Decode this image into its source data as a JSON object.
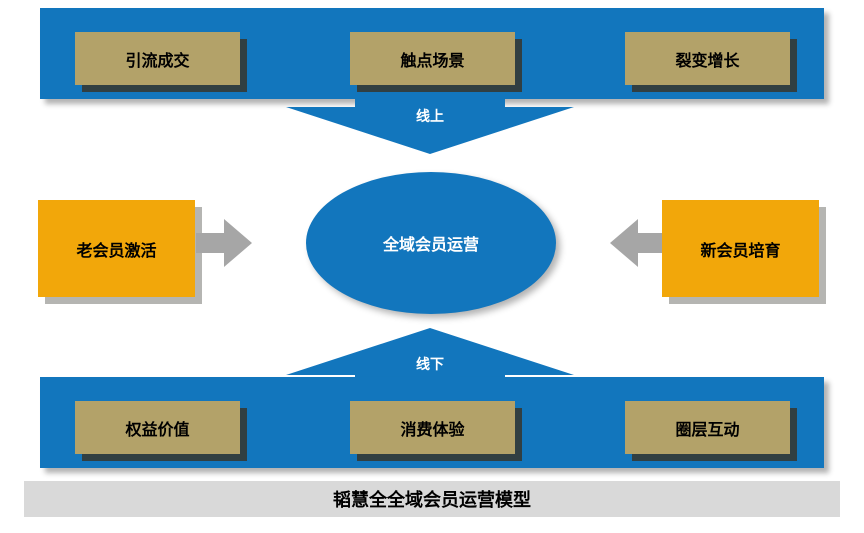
{
  "colors": {
    "blue": "#1276BD",
    "khaki": "#B3A269",
    "khaki_shadow": "#37362D",
    "orange": "#F2A70A",
    "gray_arrow": "#A6A6A6",
    "footer_bg": "#D9D9D9",
    "box_text": "#000000",
    "light_text": "#FFFFFF"
  },
  "top_row": {
    "items": [
      {
        "label": "引流成交"
      },
      {
        "label": "触点场景"
      },
      {
        "label": "裂变增长"
      }
    ]
  },
  "online_arrow": {
    "label": "线上"
  },
  "center_ellipse": {
    "label": "全域会员运营"
  },
  "left_box": {
    "label": "老会员激活"
  },
  "right_box": {
    "label": "新会员培育"
  },
  "offline_arrow": {
    "label": "线下"
  },
  "bottom_row": {
    "items": [
      {
        "label": "权益价值"
      },
      {
        "label": "消费体验"
      },
      {
        "label": "圈层互动"
      }
    ]
  },
  "footer": {
    "title": "韬慧全全域会员运营模型"
  }
}
